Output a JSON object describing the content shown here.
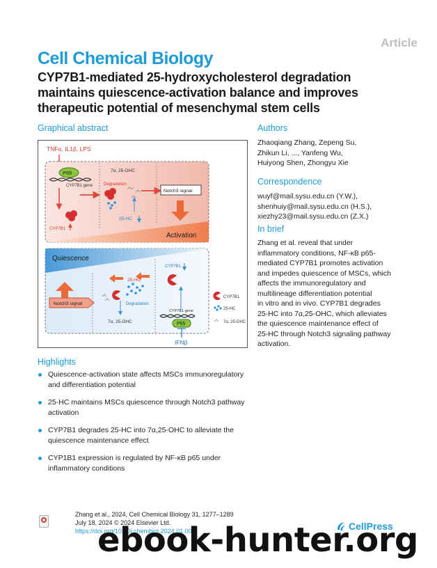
{
  "header": {
    "article_tag": "Article",
    "journal": "Cell Chemical Biology",
    "title_lines": [
      "CYP7B1-mediated 25-hydroxycholesterol degradation",
      "maintains quiescence-activation balance and improves",
      "therapeutic potential of mesenchymal stem cells"
    ]
  },
  "graphical_abstract": {
    "heading": "Graphical abstract",
    "labels": {
      "stimuli": "TNFα, IL1β, LPS",
      "p65": "P65",
      "cyp7b1_gene": "CYP7B1 gene",
      "cyp7b1_up": "CYP7B1",
      "alpha_ohc_top": "7α, 25-OHC",
      "degradation_top": "Degradation",
      "hc_25_top": "25-HC",
      "notch3_top": "Notch3 signal",
      "activation": "Activation",
      "quiescence": "Quiescence",
      "cyp7b1_bottom": "CYP7B1",
      "hc_25_bottom": "25-HC",
      "notch3_bottom": "Notch3 signal",
      "degradation_bottom": "Degradation",
      "alpha_ohc_bottom": "7α, 25-OHC",
      "cyp7b1_gene_bottom": "CYP7B1 gene",
      "p65_bottom": "P65",
      "ifnb": "IFNβ",
      "legend_cyp7b1": "CYP7B1",
      "legend_25hc": "25-HC",
      "legend_7a": "7α, 25-OHC"
    }
  },
  "highlights": {
    "heading": "Highlights",
    "items": [
      "Quiescence-activation state affects MSCs immunoregulatory and differentiation potential",
      "25-HC maintains MSCs quiescence through Notch3 pathway activation",
      "CYP7B1 degrades 25-HC into 7α,25-OHC to alleviate the quiescence maintenance effect",
      "CYP1B1 expression is regulated by NF-κB p65 under inflammatory conditions"
    ]
  },
  "authors": {
    "heading": "Authors",
    "lines": [
      "Zhaoqiang Zhang, Zepeng Su,",
      "Zhikun Li, ..., Yanfeng Wu,",
      "Huiyong Shen, Zhongyu Xie"
    ]
  },
  "correspondence": {
    "heading": "Correspondence",
    "lines": [
      "wuyf@mail.sysu.edu.cn (Y.W.),",
      "shenhuiy@mail.sysu.edu.cn (H.S.),",
      "xiezhy23@mail.sysu.edu.cn (Z.X.)"
    ]
  },
  "in_brief": {
    "heading": "In brief",
    "lines": [
      "Zhang et al. reveal that under",
      "inflammatory conditions, NF-κB p65-",
      "mediated CYP7B1 promotes activation",
      "and impedes quiescence of MSCs, which",
      "affects the immunoregulatory and",
      "multilineage differentiation potential",
      "in vitro and in vivo. CYP7B1 degrades",
      "25-HC into 7α,25-OHC, which alleviates",
      "the quiescence maintenance effect of",
      "25-HC through Notch3 signaling pathway",
      "activation."
    ]
  },
  "footer": {
    "citation_line1": "Zhang et al., 2024, Cell Chemical Biology 31, 1277–1289",
    "citation_line2": "July 18, 2024 © 2024 Elsevier Ltd.",
    "doi": "https://doi.org/10.10",
    "doi_tail": "j.chembiol.2024.01.00",
    "publisher": "CellPress",
    "watermark": "ebook-hunter.org"
  }
}
